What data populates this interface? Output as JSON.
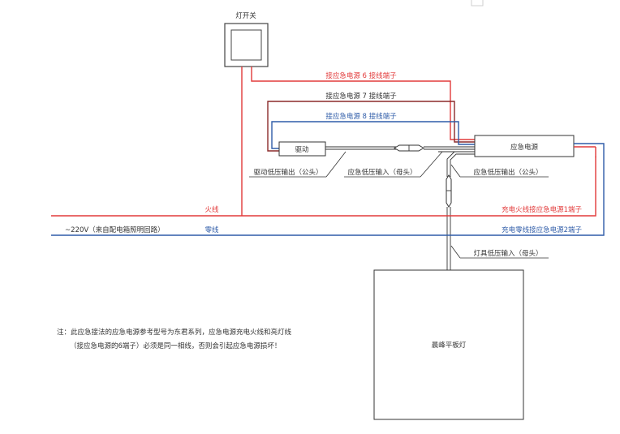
{
  "colors": {
    "red": "#e23a3a",
    "blue": "#2f5ca8",
    "dark_red": "#8b2a2a",
    "black": "#333333",
    "box_border": "#555555"
  },
  "labels": {
    "switch": "灯开关",
    "driver": "驱动",
    "emergency_power": "应急电源",
    "panel_light": "晨峰平板灯",
    "wire6": "接应急电源 6 接线端子",
    "wire7": "接应急电源 7 接线端子",
    "wire8": "接应急电源 8 接线端子",
    "driver_low_out": "驱动低压输出（公头）",
    "emg_low_in": "应急低压输入（母头）",
    "emg_low_out": "应急低压输出（公头）",
    "live": "火线",
    "neutral": "零线",
    "source": "~220V（来自配电箱照明回路）",
    "charge_live": "充电火线接应急电源1端子",
    "charge_neutral": "充电零线接应急电源2端子",
    "lamp_low_in": "灯具低压输入（母头）"
  },
  "note": {
    "line1": "注：此应急接法的应急电源参考型号为东君系列，应急电源充电火线和亮灯线",
    "line2": "（接应急电源的6端子）必须是同一相线，否则会引起应急电源损坏！"
  }
}
